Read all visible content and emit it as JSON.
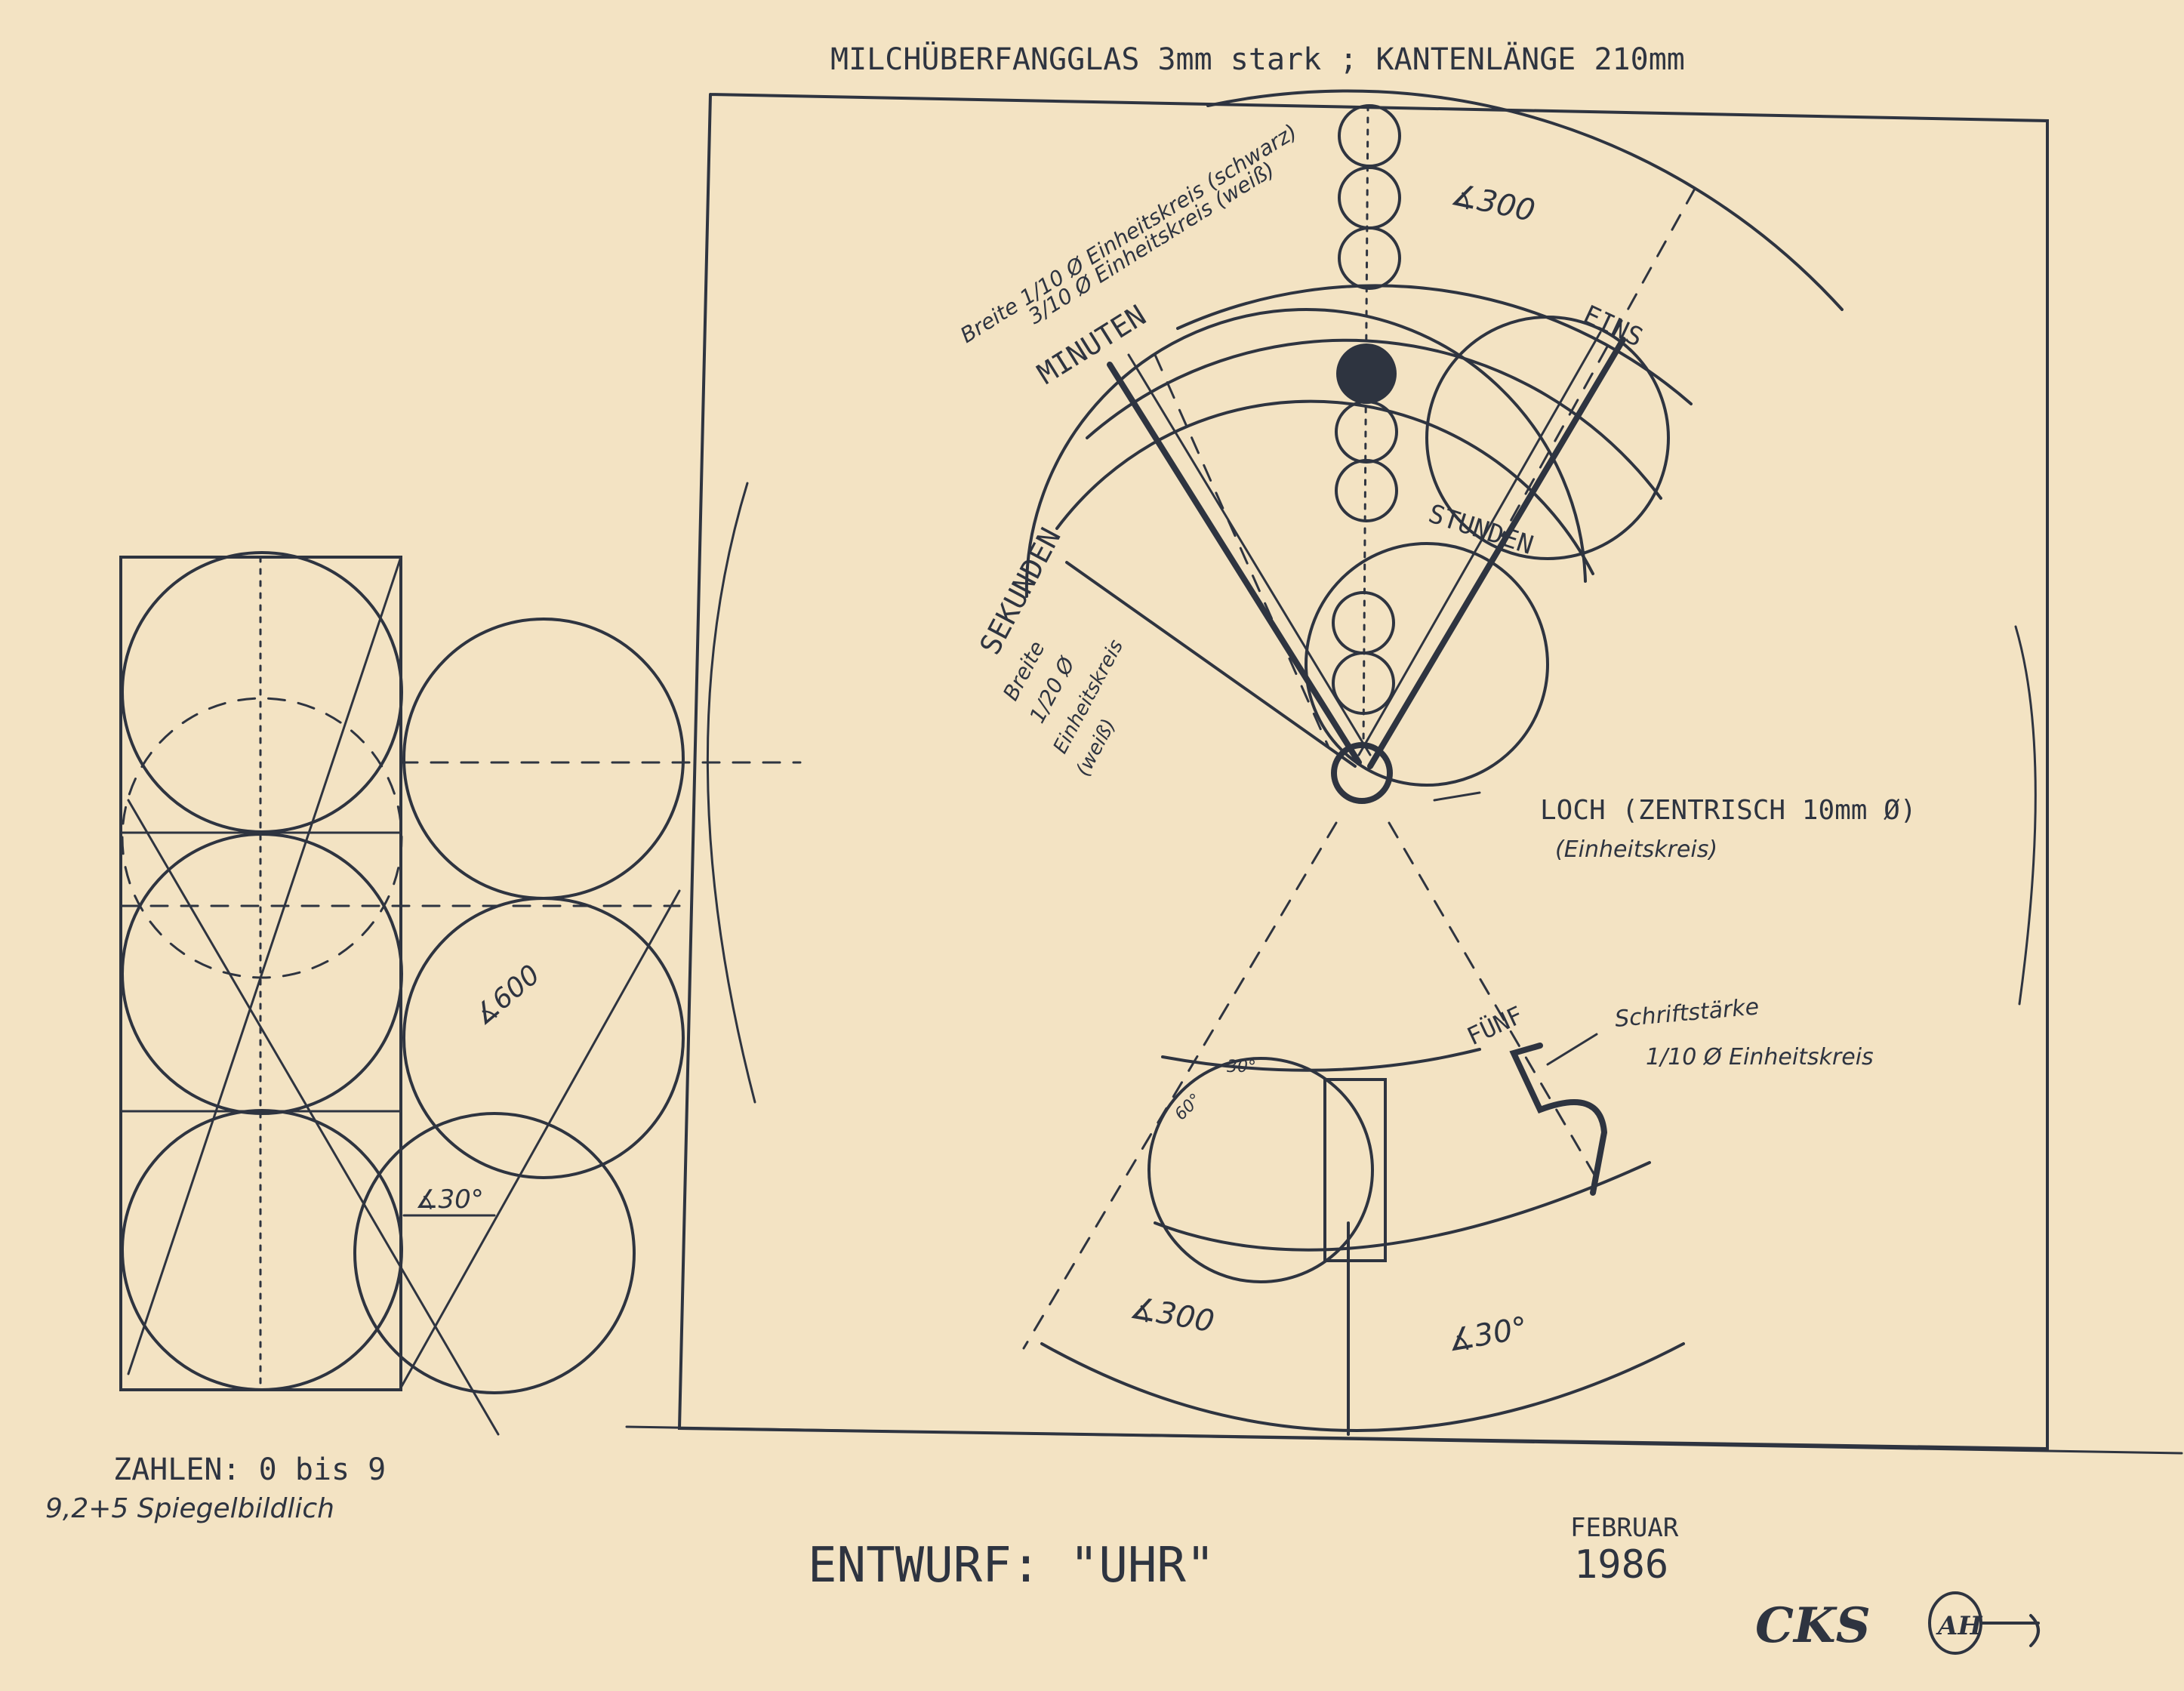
{
  "title": "MILCHÜBERFANGGLAS 3mm stark ; KANTENLÄNGE 210mm",
  "labels": {
    "minuten": "MINUTEN",
    "minuten_note_1": "Breite 1/10 Ø Einheitskreis (schwarz)",
    "minuten_note_2": "3/10 Ø Einheitskreis (weiß)",
    "sekunden": "SEKUNDEN",
    "sekunden_note_1": "Breite",
    "sekunden_note_2": "1/20 Ø",
    "sekunden_note_3": "Einheitskreis",
    "sekunden_note_4": "(weiß)",
    "stunden": "STUNDEN",
    "eins": "EINS",
    "fuenf": "FÜNF",
    "loch_1": "LOCH (ZENTRISCH 10mm Ø)",
    "loch_2": "(Einheitskreis)",
    "schrift_1": "Schriftstärke",
    "schrift_2": "1/10 Ø Einheitskreis",
    "angle_top": "∡300",
    "angle_bottom_left": "∡300",
    "angle_bottom_right": "∡30°",
    "angle_left_600": "∡600",
    "angle_left_30": "∡30°",
    "small_30": "30°",
    "small_60": "60°"
  },
  "notes": {
    "zahlen": "ZAHLEN: 0 bis 9",
    "spiegel": "9,2+5 Spiegelbildlich"
  },
  "footer": {
    "entwurf": "ENTWURF: \"UHR\"",
    "month": "FEBRUAR",
    "year": "1986",
    "signature_1": "CKS",
    "signature_2": "AH"
  }
}
